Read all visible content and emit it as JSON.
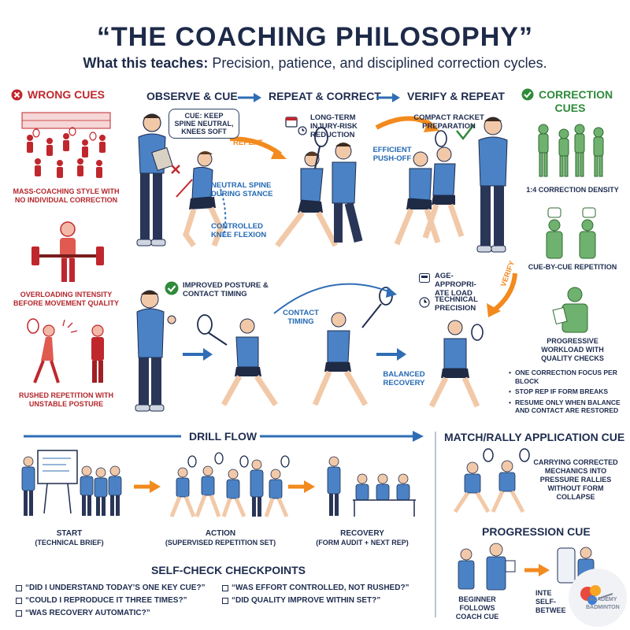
{
  "title": "“THE COACHING PHILOSOPHY”",
  "subtitle": {
    "lead": "What this teaches:",
    "text": "Precision, patience, and disciplined correction cycles."
  },
  "wrong": {
    "header": "WRONG CUES",
    "items": [
      "MASS-COACHING STYLE WITH NO INDIVIDUAL CORRECTION",
      "OVERLOADING INTENSITY BEFORE MOVEMENT QUALITY",
      "RUSHED REPETITION WITH UNSTABLE POSTURE"
    ]
  },
  "flow": {
    "steps": [
      "OBSERVE & CUE",
      "REPEAT & CORRECT",
      "VERIFY & REPEAT"
    ],
    "bubble": "CUE: KEEP SPINE NEUTRAL, KNEES SOFT",
    "labels": {
      "repeat": "REPEAT",
      "neutral": "NEUTRAL SPINE DURING STANCE",
      "knee": "CONTROLLED KNEE FLEXION",
      "injury": "LONG-TERM INJURY-RISK REDUCTION",
      "compact": "COMPACT RACKET PREPARATION",
      "pushoff": "EFFICIENT PUSH-OFF",
      "posture": "IMPROVED POSTURE & CONTACT TIMING",
      "contact": "CONTACT TIMING",
      "load": "AGE-APPROPRI-ATE LOAD",
      "precision": "TECHNICAL PRECISION",
      "verify": "VERIFY",
      "balanced": "BALANCED RECOVERY"
    }
  },
  "correction": {
    "header": "CORRECTION CUES",
    "items": [
      "1:4 CORRECTION DENSITY",
      "CUE-BY-CUE REPETITION",
      "PROGRESSIVE WORKLOAD WITH QUALITY CHECKS"
    ],
    "bullets": [
      "ONE CORRECTION FOCUS PER BLOCK",
      "STOP REP IF FORM BREAKS",
      "RESUME ONLY WHEN BALANCE AND CONTACT ARE RESTORED"
    ]
  },
  "drill": {
    "header": "DRILL FLOW",
    "stages": [
      {
        "name": "START",
        "detail": "(TECHNICAL BRIEF)"
      },
      {
        "name": "ACTION",
        "detail": "(SUPERVISED REPETITION SET)"
      },
      {
        "name": "RECOVERY",
        "detail": "(FORM AUDIT + NEXT REP)"
      }
    ]
  },
  "selfcheck": {
    "header": "SELF-CHECK CHECKPOINTS",
    "items": [
      "“DID I UNDERSTAND TODAY’S ONE KEY CUE?”",
      "“WAS EFFORT CONTROLLED, NOT RUSHED?”",
      "“COULD I REPRODUCE IT THREE TIMES?”",
      "“DID QUALITY IMPROVE WITHIN SET?”",
      "“WAS RECOVERY AUTOMATIC?”"
    ]
  },
  "match": {
    "header": "MATCH/RALLY APPLICATION CUE",
    "text": "CARRYING CORRECTED MECHANICS INTO PRESSURE RALLIES WITHOUT FORM COLLAPSE"
  },
  "progression": {
    "header": "PROGRESSION CUE",
    "left": "BEGINNER FOLLOWS COACH CUE",
    "right": "INTE SELF- BETWEE"
  },
  "logo": {
    "top": "ACADEMY",
    "bottom": "BADMINTON"
  },
  "colors": {
    "navy": "#1e2c4f",
    "blue": "#2f6db5",
    "red": "#c0272d",
    "green": "#2f8a3a",
    "orange": "#f28a1e"
  }
}
